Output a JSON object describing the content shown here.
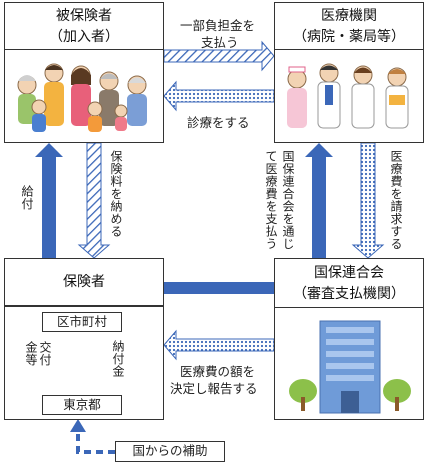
{
  "nodes": {
    "insured": {
      "title": "被保険者",
      "subtitle": "（加入者）"
    },
    "medical": {
      "title": "医療機関",
      "subtitle": "（病院・薬局等）"
    },
    "insurer": {
      "title": "保険者"
    },
    "federation": {
      "title": "国保連合会",
      "subtitle": "（審査支払機関）"
    },
    "municipality": {
      "label": "区市町村"
    },
    "tokyo": {
      "label": "東京都"
    },
    "national": {
      "label": "国からの補助"
    }
  },
  "flows": {
    "copay": {
      "line1": "一部負担金を",
      "line2": "支払う"
    },
    "treatment": "診療をする",
    "premium": "保険料を納める",
    "payout": "給付",
    "claim": "医療費を請求する",
    "via_federation": {
      "line1": "国保連合会を通じ",
      "line2": "て医療費を支払う"
    },
    "report": {
      "line1": "医療費の額を",
      "line2": "決定し報告する"
    },
    "grant": {
      "line1": "交付",
      "line2": "金等"
    },
    "payment": "納付金"
  },
  "colors": {
    "solid_arrow": "#3b67b8",
    "hatch": "#3b67b8",
    "dots": "#3b67b8"
  }
}
